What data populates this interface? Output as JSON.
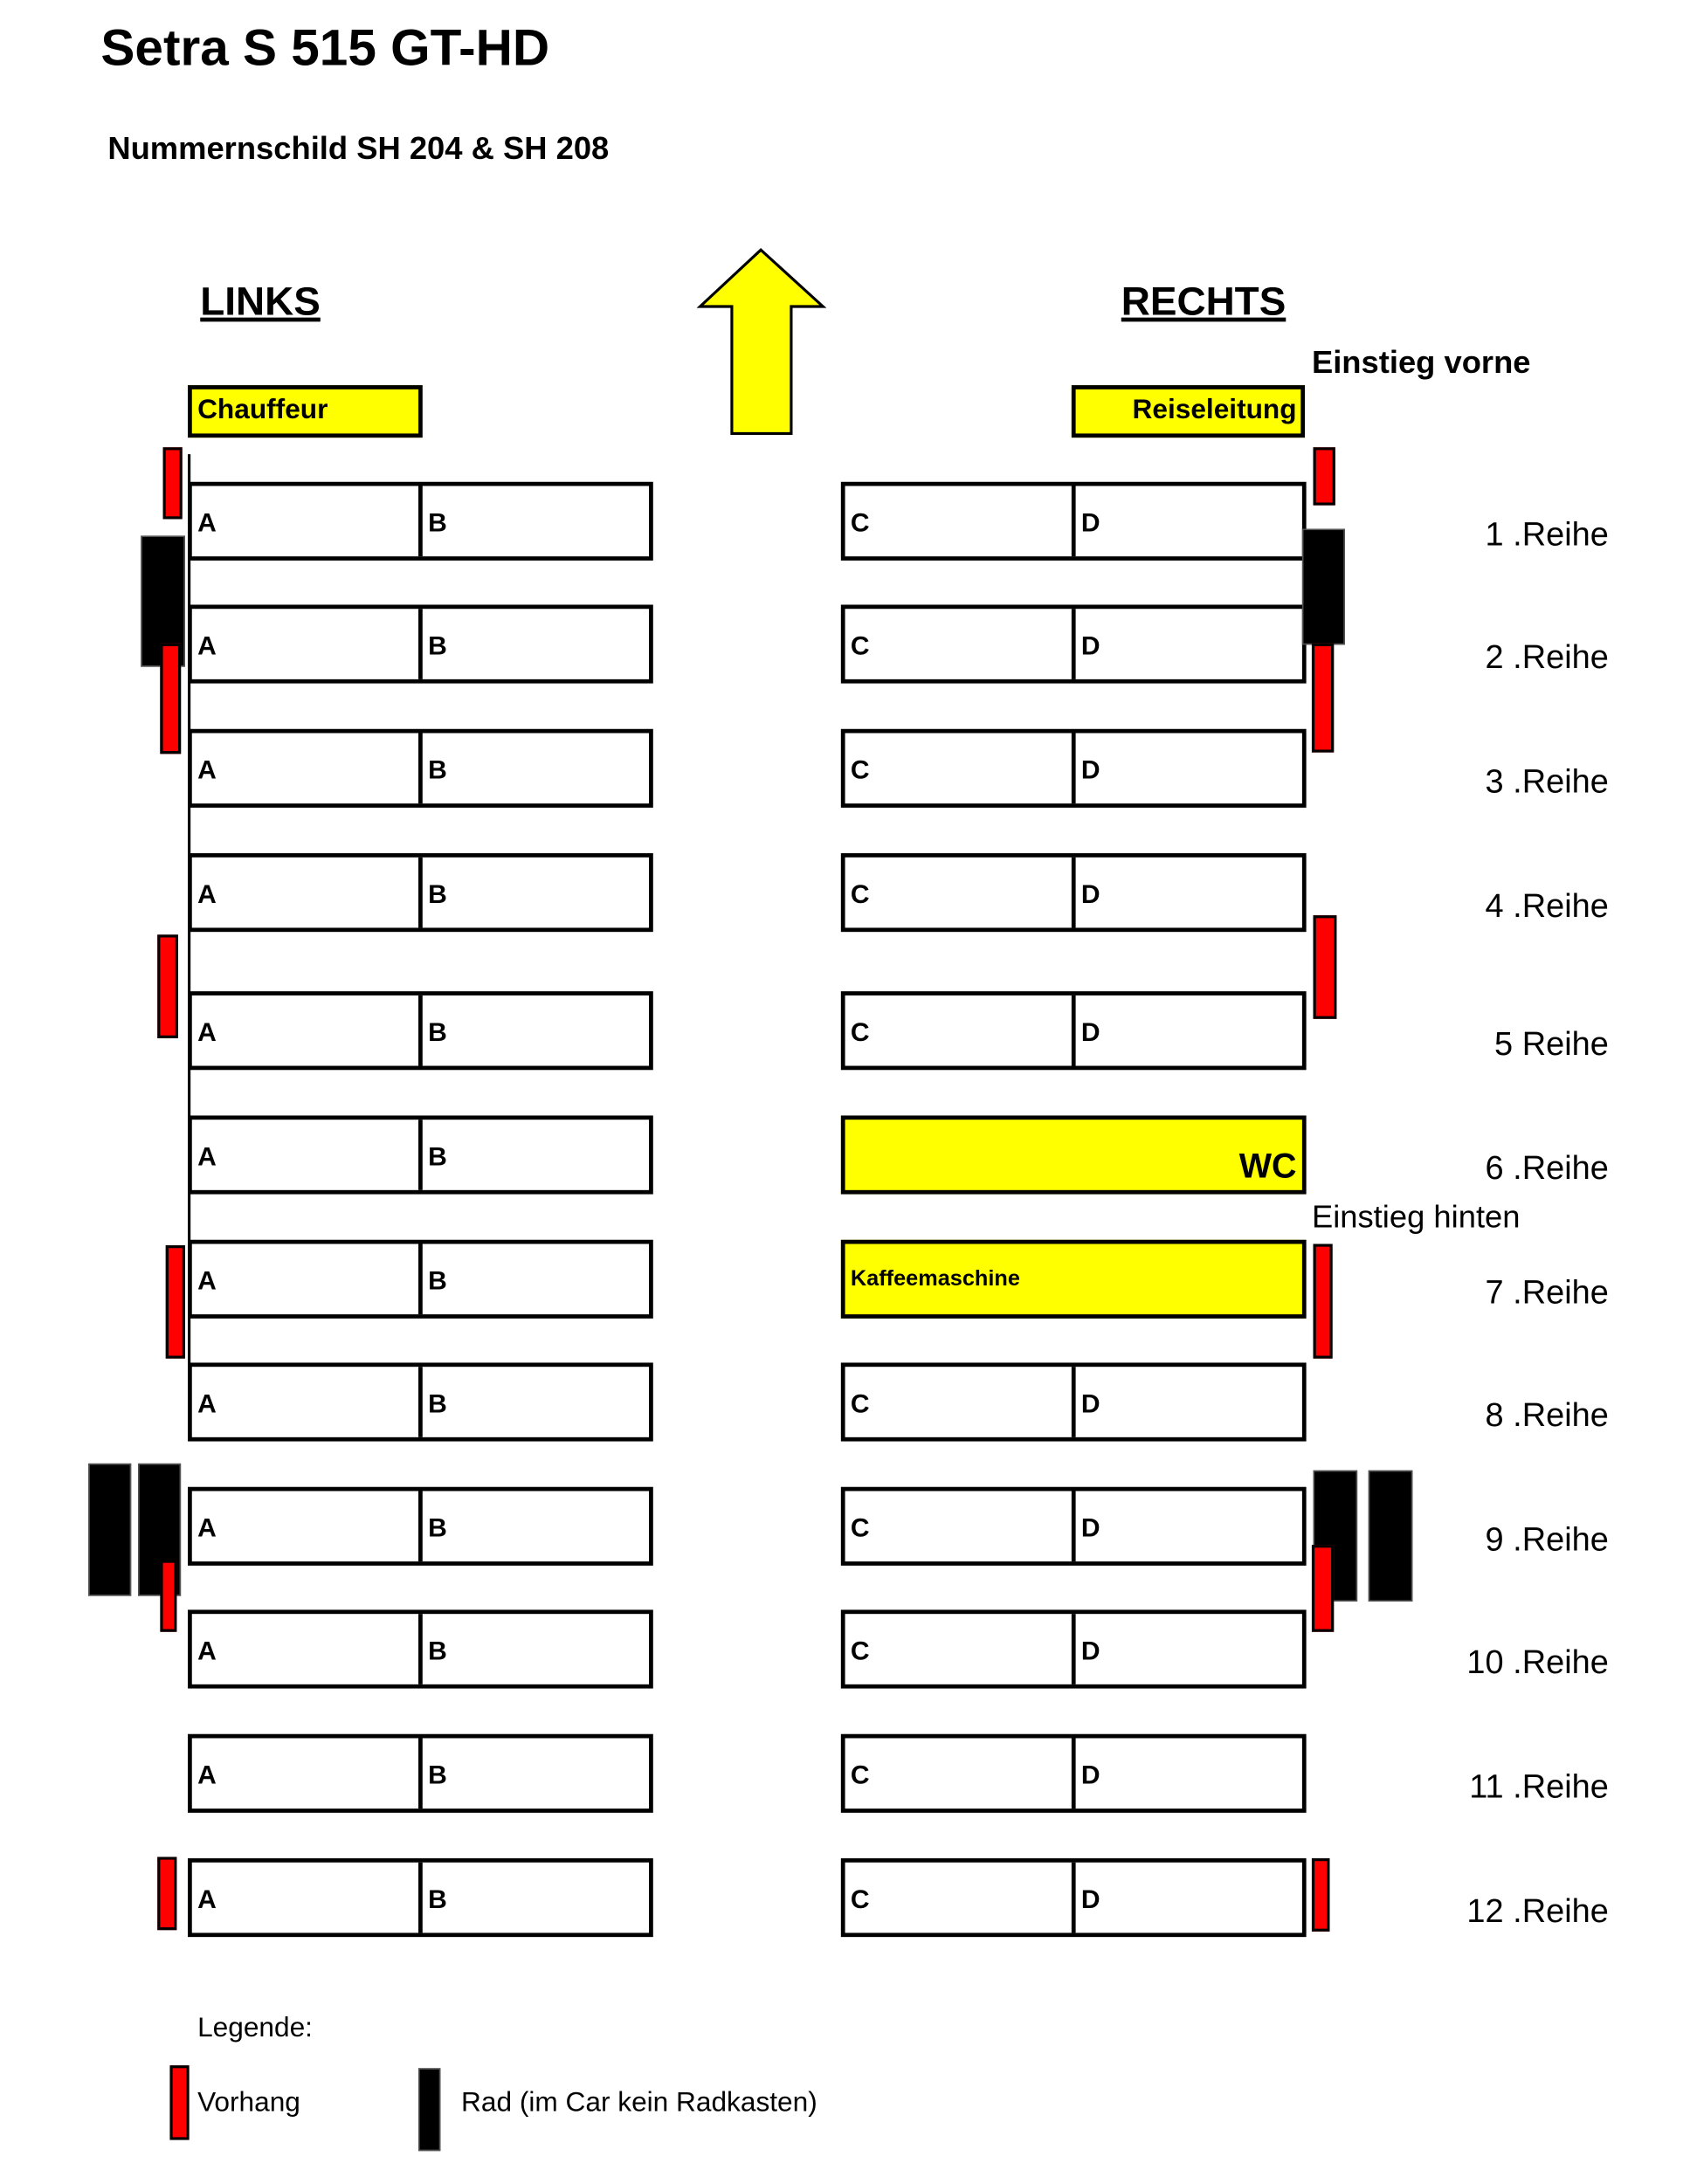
{
  "title": "Setra S 515 GT-HD",
  "subtitle": "Nummernschild SH 204 & SH 208",
  "left_label": "LINKS",
  "right_label": "RECHTS",
  "entry_front": "Einstieg vorne",
  "entry_rear": "Einstieg hinten",
  "driver": "Chauffeur",
  "guide": "Reiseleitung",
  "wc": "WC",
  "coffee": "Kaffeemaschine",
  "colors": {
    "highlight": "#ffff00",
    "curtain": "#ff0000",
    "wheel": "#000000"
  },
  "rows": [
    {
      "label": "1 .Reihe",
      "left": [
        "A",
        "B"
      ],
      "right": [
        "C",
        "D"
      ]
    },
    {
      "label": "2 .Reihe",
      "left": [
        "A",
        "B"
      ],
      "right": [
        "C",
        "D"
      ]
    },
    {
      "label": "3 .Reihe",
      "left": [
        "A",
        "B"
      ],
      "right": [
        "C",
        "D"
      ]
    },
    {
      "label": "4 .Reihe",
      "left": [
        "A",
        "B"
      ],
      "right": [
        "C",
        "D"
      ]
    },
    {
      "label": "5 Reihe",
      "left": [
        "A",
        "B"
      ],
      "right": [
        "C",
        "D"
      ]
    },
    {
      "label": "6 .Reihe",
      "left": [
        "A",
        "B"
      ],
      "right": null
    },
    {
      "label": "7 .Reihe",
      "left": [
        "A",
        "B"
      ],
      "right": null
    },
    {
      "label": "8 .Reihe",
      "left": [
        "A",
        "B"
      ],
      "right": [
        "C",
        "D"
      ]
    },
    {
      "label": "9 .Reihe",
      "left": [
        "A",
        "B"
      ],
      "right": [
        "C",
        "D"
      ]
    },
    {
      "label": "10 .Reihe",
      "left": [
        "A",
        "B"
      ],
      "right": [
        "C",
        "D"
      ]
    },
    {
      "label": "11 .Reihe",
      "left": [
        "A",
        "B"
      ],
      "right": [
        "C",
        "D"
      ]
    },
    {
      "label": "12 .Reihe",
      "left": [
        "A",
        "B"
      ],
      "right": [
        "C",
        "D"
      ]
    }
  ],
  "legend": {
    "title": "Legende:",
    "curtain": "Vorhang",
    "wheel": "Rad (im Car kein Radkasten)"
  }
}
